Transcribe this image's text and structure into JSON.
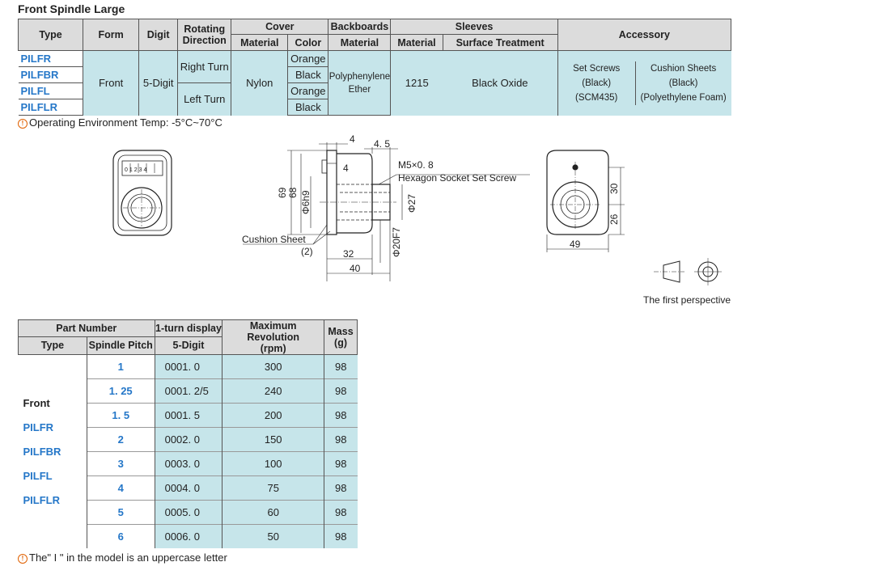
{
  "title": "Front Spindle Large",
  "spec": {
    "headers": {
      "type": "Type",
      "form": "Form",
      "digit": "Digit",
      "rotating_1": "Rotating",
      "rotating_2": "Direction",
      "cover": "Cover",
      "cover_material": "Material",
      "cover_color": "Color",
      "backboards": "Backboards",
      "backboards_material": "Material",
      "sleeves": "Sleeves",
      "sleeves_material": "Material",
      "sleeves_surface": "Surface Treatment",
      "accessory": "Accessory"
    },
    "part_numbers": [
      "PILFR",
      "PILFBR",
      "PILFL",
      "PILFLR"
    ],
    "form": "Front",
    "digit": "5-Digit",
    "rotation": [
      "Right Turn",
      "Left Turn"
    ],
    "cover_material": "Nylon",
    "colors": [
      "Orange",
      "Black",
      "Orange",
      "Black"
    ],
    "backboard_material_1": "Polyphenylene",
    "backboard_material_2": "Ether",
    "sleeve_material": "1215",
    "surface_treatment": "Black Oxide",
    "accessory_1a": "Set Screws (Black)",
    "accessory_1b": "(SCM435)",
    "accessory_2a": "Cushion Sheets (Black)",
    "accessory_2b": "(Polyethylene Foam)"
  },
  "note_temp": "Operating Environment Temp: -5°C~70°C",
  "drawing": {
    "counter_digits": [
      "0",
      "1",
      "2",
      "3",
      "4"
    ],
    "dim_4_top": "4",
    "dim_4_5": "4. 5",
    "dim_4_inner": "4",
    "thread": "M5×0. 8",
    "screw": "Hexagon Socket Set Screw",
    "dim_69": "69",
    "dim_68": "68",
    "dim_phi6": "Φ6h9",
    "dim_phi27": "Φ27",
    "dim_phi20": "Φ20F7",
    "cushion": "Cushion Sheet",
    "cushion_num": "(2)",
    "dim_32": "32",
    "dim_40": "40",
    "dim_30": "30",
    "dim_26": "26",
    "dim_49": "49",
    "perspective": "The first perspective"
  },
  "parts": {
    "headers": {
      "part_number": "Part Number",
      "type": "Type",
      "pitch": "Spindle Pitch",
      "display_1": "1-turn display",
      "display_2": "5-Digit",
      "rev_1": "Maximum Revolution",
      "rev_2": "(rpm)",
      "mass_1": "Mass",
      "mass_2": "(g)"
    },
    "types": [
      "Front",
      "PILFR",
      "PILFBR",
      "PILFL",
      "PILFLR"
    ],
    "rows": [
      {
        "pitch": "1",
        "display": "0001. 0",
        "rpm": "300",
        "mass": "98"
      },
      {
        "pitch": "1. 25",
        "display": "0001. 2/5",
        "rpm": "240",
        "mass": "98"
      },
      {
        "pitch": "1. 5",
        "display": "0001. 5",
        "rpm": "200",
        "mass": "98"
      },
      {
        "pitch": "2",
        "display": "0002. 0",
        "rpm": "150",
        "mass": "98"
      },
      {
        "pitch": "3",
        "display": "0003. 0",
        "rpm": "100",
        "mass": "98"
      },
      {
        "pitch": "4",
        "display": "0004. 0",
        "rpm": "75",
        "mass": "98"
      },
      {
        "pitch": "5",
        "display": "0005. 0",
        "rpm": "60",
        "mass": "98"
      },
      {
        "pitch": "6",
        "display": "0006. 0",
        "rpm": "50",
        "mass": "98"
      }
    ]
  },
  "note_letter": "The\" I \" in the model is an uppercase letter"
}
